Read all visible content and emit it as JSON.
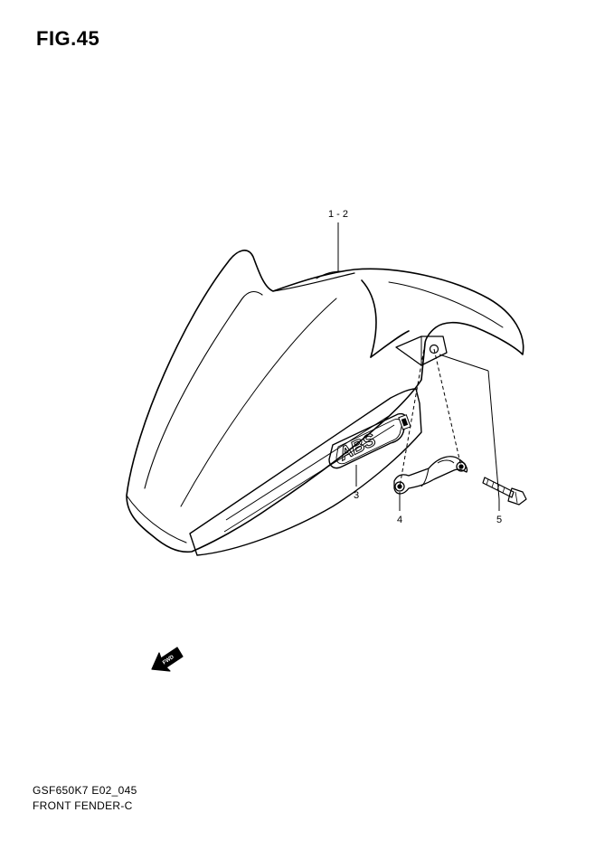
{
  "figure": {
    "title": "FIG.45"
  },
  "callouts": [
    {
      "id": "1-2",
      "label": "1 - 2",
      "part": "front fender"
    },
    {
      "id": "3",
      "label": "3",
      "part": "fender panel with ABS emblem"
    },
    {
      "id": "4",
      "label": "4",
      "part": "clamp bracket"
    },
    {
      "id": "5",
      "label": "5",
      "part": "bolt"
    }
  ],
  "emblem": {
    "text": "ABS"
  },
  "fwd_marker": {
    "text": "FWD"
  },
  "footer": {
    "model_code": "GSF650K7 E02_045",
    "section_name": "FRONT FENDER-C"
  }
}
